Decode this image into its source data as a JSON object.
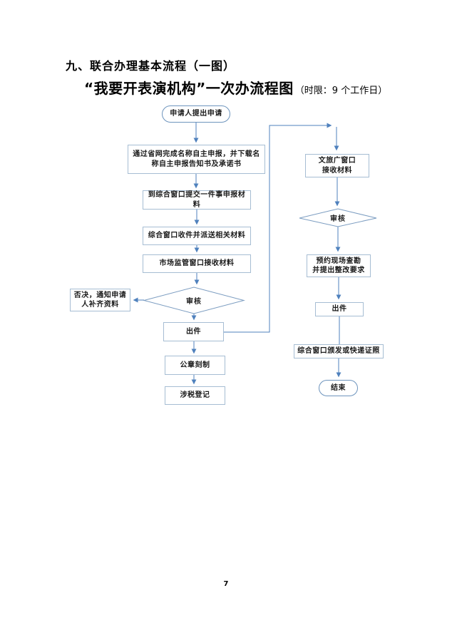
{
  "page": {
    "heading1": "九、联合办理基本流程（一图）",
    "heading2": "“我要开表演机构”一次办流程图",
    "heading2_suffix": "（时限：9 个工作日）",
    "page_number": "7"
  },
  "colors": {
    "connector_line": "#4f81bd",
    "box_border": "#a6bdd3",
    "oval_border": "#6d94bd",
    "text": "#1a1a1a"
  },
  "flowchart": {
    "start": "申请人提出申请",
    "step_name_declare": "通过省网完成名称自主申报，并下载名\n称自主申报告知书及承诺书",
    "step_submit": "到综合窗口提交一件事申报材\n料",
    "step_receive_dispatch": "综合窗口收件并派送相关材料",
    "step_market_receive": "市场监管窗口接收材料",
    "review_main": "审核",
    "reject": "否决，通知申请\n人补齐资料",
    "issue_main": "出件",
    "seal": "公章刻制",
    "tax": "涉税登记",
    "right_receive": "文旅广窗口\n接收材料",
    "review_right": "审核",
    "survey": "预约现场查勘\n并提出整改要求",
    "issue_right": "出件",
    "deliver": "综合窗口颁发或快递证照",
    "end": "结束"
  }
}
